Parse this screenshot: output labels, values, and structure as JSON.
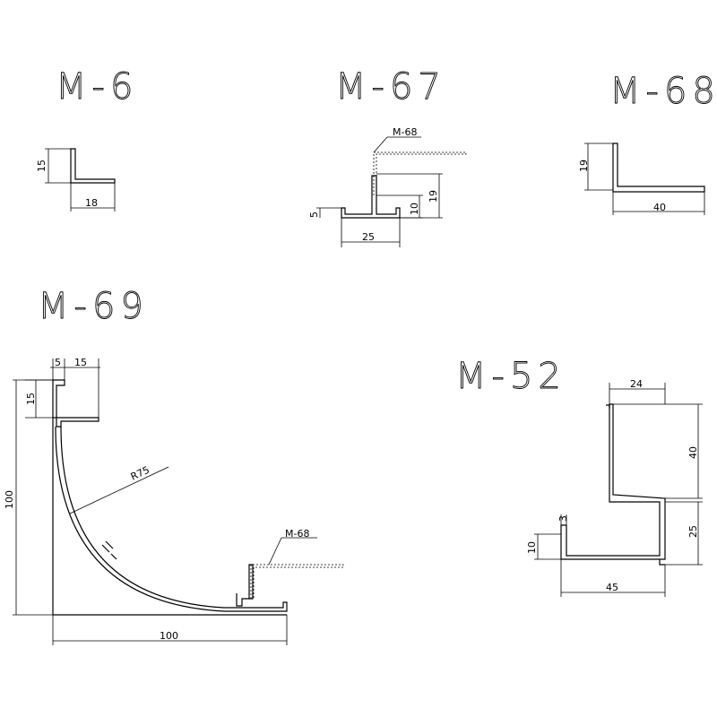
{
  "profiles": {
    "m6": {
      "title": "M-6",
      "dims": {
        "height": "15",
        "width": "18"
      }
    },
    "m67": {
      "title": "M-67",
      "callout": "M-68",
      "dims": {
        "lip": "5",
        "width": "25",
        "inner": "10",
        "height": "19"
      }
    },
    "m68": {
      "title": "M-68",
      "dims": {
        "height": "19",
        "width": "40"
      }
    },
    "m69": {
      "title": "M-69",
      "callout": "M-68",
      "dims": {
        "top_a": "5",
        "top_b": "15",
        "side": "15",
        "radius": "R75",
        "height": "100",
        "width": "100"
      }
    },
    "m52": {
      "title": "M-52",
      "dims": {
        "top": "24",
        "upper": "40",
        "lower": "25",
        "lip": "3",
        "left": "10",
        "width": "45"
      }
    }
  }
}
